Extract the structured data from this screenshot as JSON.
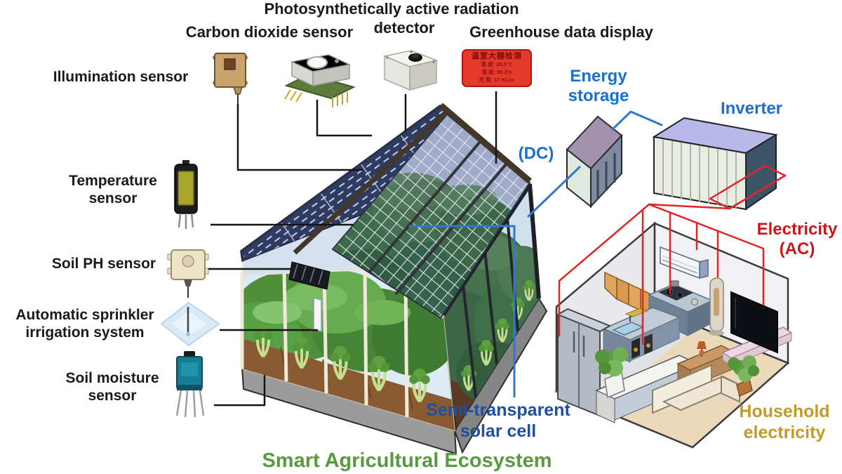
{
  "diagram": {
    "sensors": {
      "par": {
        "line1": "Photosynthetically active radiation",
        "line2": "detector"
      },
      "co2": {
        "label": "Carbon dioxide sensor"
      },
      "data_display": {
        "label": "Greenhouse data display"
      },
      "illumination": {
        "label": "Illumination sensor"
      },
      "temperature": {
        "line1": "Temperature",
        "line2": "sensor"
      },
      "soil_ph": {
        "label": "Soil PH sensor"
      },
      "sprinkler": {
        "line1": "Automatic sprinkler",
        "line2": "irrigation system"
      },
      "soil_moisture": {
        "line1": "Soil moisture",
        "line2": "sensor"
      }
    },
    "energy": {
      "energy_storage": {
        "line1": "Energy",
        "line2": "storage"
      },
      "inverter": {
        "label": "Inverter"
      },
      "dc": {
        "label": "(DC)"
      },
      "electricity_ac": {
        "line1": "Electricity",
        "line2": "(AC)"
      },
      "household": {
        "line1": "Household",
        "line2": "electricity"
      },
      "solar_cell": {
        "line1": "Semi-transparent",
        "line2": "solar cell"
      }
    },
    "display_panel": {
      "title": "温室大棚检测",
      "rows": [
        "温 度: 20.5°C",
        "湿 度: 56.2%",
        "光 照: 17 KLux"
      ]
    },
    "title": {
      "text": "Smart Agricultural Ecosystem"
    },
    "colors": {
      "blue_label": "#1b6fd1",
      "solar_cell_label": "#1e4fa0",
      "electricity_red": "#cc1616",
      "household_gold": "#c49b27",
      "title_green": "#579a3f",
      "wire_dc_blue": "#3079c8",
      "wire_ac_red": "#e12424",
      "callout_black": "#141414",
      "display_bg": "#e5392b",
      "solar_panel_dark": "#2e3c62",
      "solar_panel_semi": "#9fabc8"
    }
  }
}
